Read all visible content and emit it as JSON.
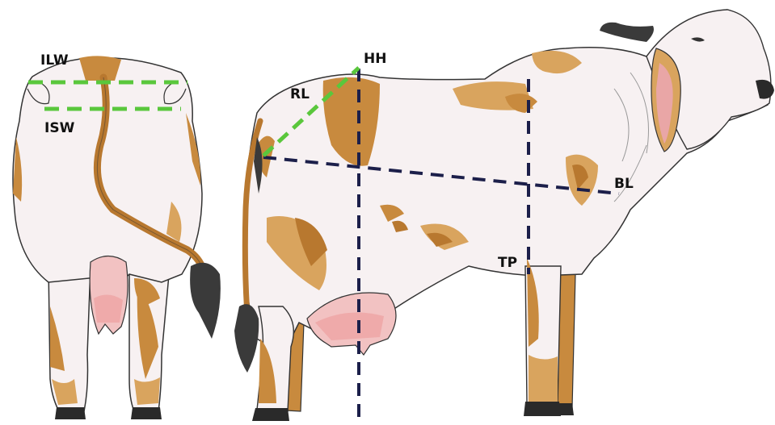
{
  "labels": {
    "ilw": "ILW",
    "isw": "ISW",
    "hh": "HH",
    "rl": "RL",
    "bl": "BL",
    "tp": "TP"
  },
  "colors": {
    "body": "#f7f1f2",
    "spot_dark": "#b8782f",
    "spot_light": "#d9a45e",
    "udder": "#f2b0b0",
    "hoof": "#2a2a2a",
    "horn": "#3a3a3a",
    "ear_inner": "#e9a6a6",
    "green_dash": "#5ac73c",
    "navy_dash": "#1c1f4a",
    "outline": "#333333"
  },
  "icons": [
    "cow-rear-view",
    "cow-side-view"
  ]
}
